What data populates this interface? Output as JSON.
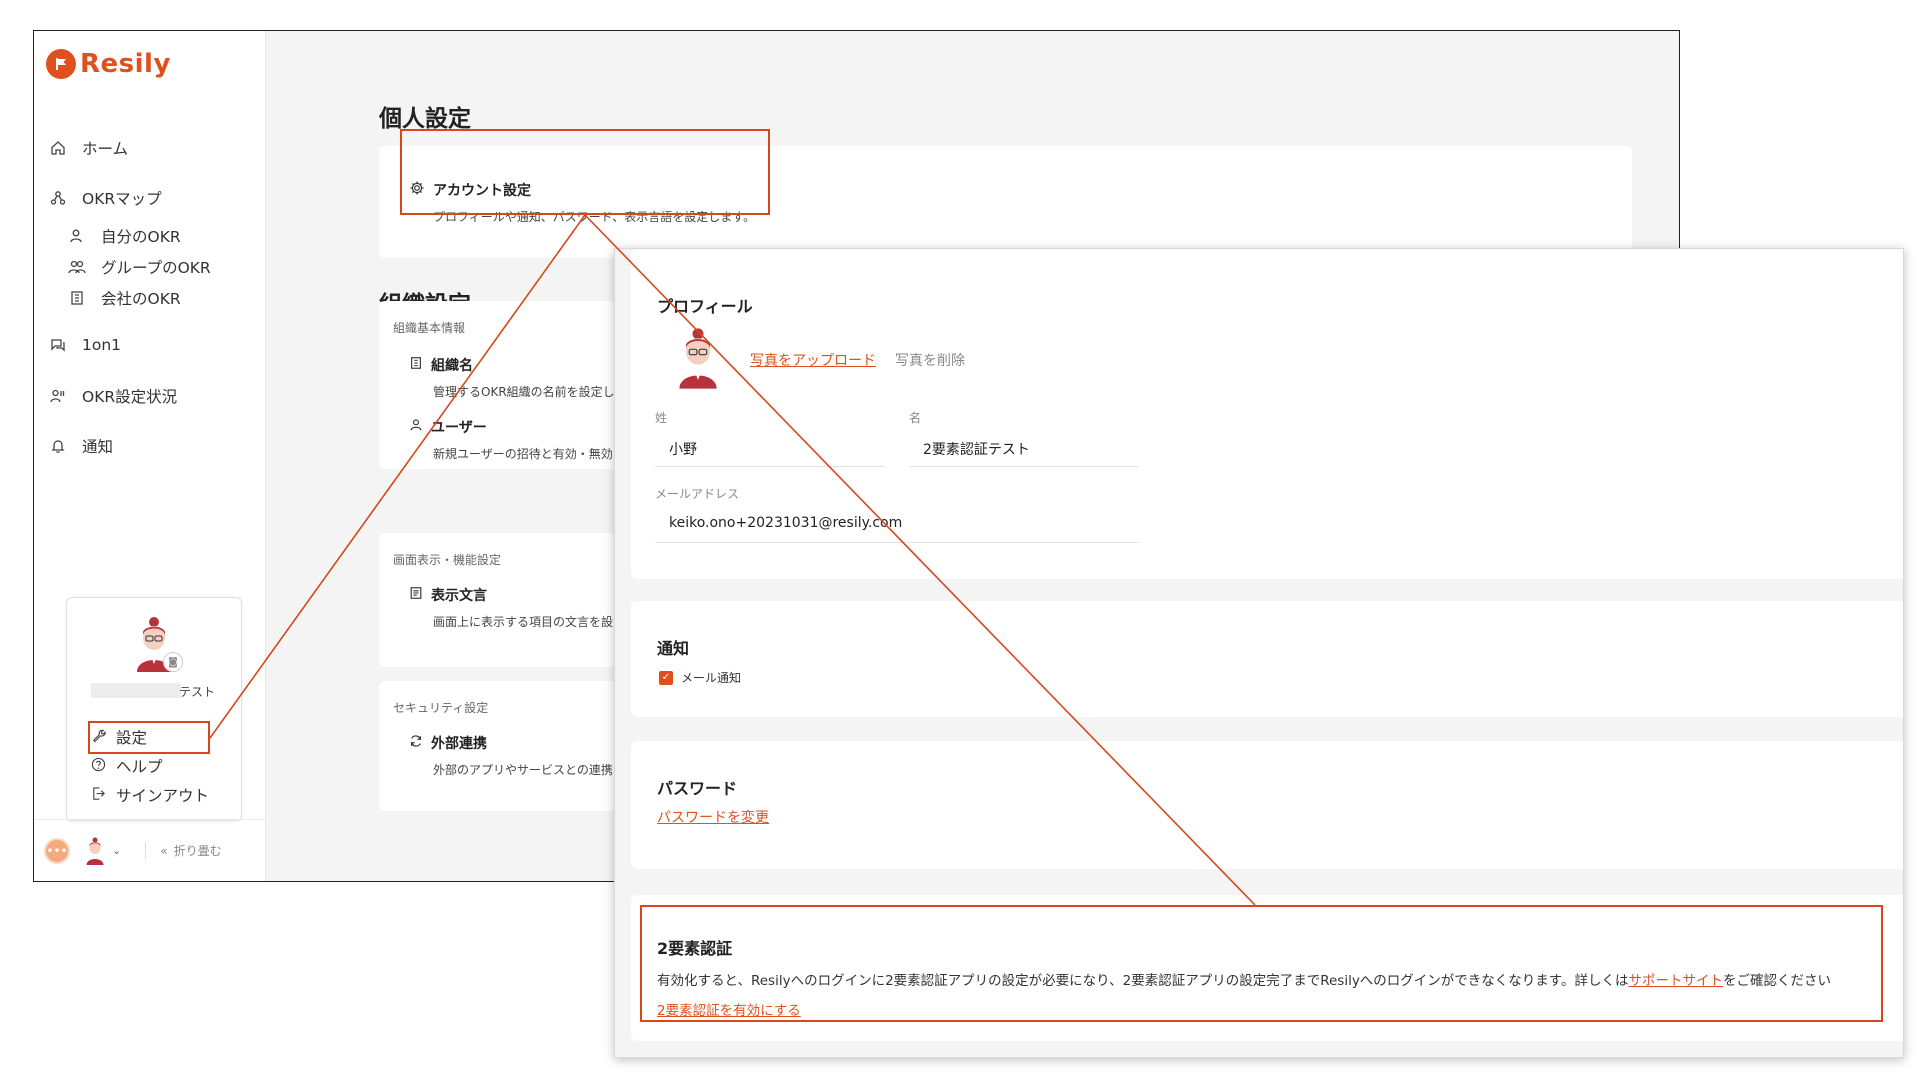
{
  "brand": {
    "name": "Resily",
    "accent": "#e0501f"
  },
  "sidebar": {
    "items": [
      {
        "label": "ホーム",
        "icon": "home-icon"
      },
      {
        "label": "OKRマップ",
        "icon": "okr-map-icon"
      },
      {
        "label": "自分のOKR",
        "icon": "user-icon"
      },
      {
        "label": "グループのOKR",
        "icon": "group-icon"
      },
      {
        "label": "会社のOKR",
        "icon": "building-icon"
      },
      {
        "label": "1on1",
        "icon": "chat-icon"
      },
      {
        "label": "OKR設定状況",
        "icon": "users-status-icon"
      },
      {
        "label": "通知",
        "icon": "bell-icon"
      }
    ],
    "user_menu": {
      "name_suffix": "テスト",
      "items": [
        {
          "label": "設定",
          "icon": "wrench-icon"
        },
        {
          "label": "ヘルプ",
          "icon": "help-icon"
        },
        {
          "label": "サインアウト",
          "icon": "sign-out-icon"
        }
      ]
    },
    "collapse_label": "折り畳む"
  },
  "main": {
    "personal_title": "個人設定",
    "account": {
      "title": "アカウント設定",
      "desc": "プロフィールや通知、パスワード、表示言語を設定します。"
    },
    "org_title": "組織設定",
    "org_sections": [
      {
        "label": "組織基本情報",
        "items": [
          {
            "title": "組織名",
            "desc": "管理するOKR組織の名前を設定し"
          },
          {
            "title": "ユーザー",
            "desc": "新規ユーザーの招待と有効・無効"
          }
        ]
      },
      {
        "label": "画面表示・機能設定",
        "items": [
          {
            "title": "表示文言",
            "desc": "画面上に表示する項目の文言を設"
          }
        ]
      },
      {
        "label": "セキュリティ設定",
        "items": [
          {
            "title": "外部連携",
            "desc": "外部のアプリやサービスとの連携"
          }
        ]
      }
    ]
  },
  "popup": {
    "profile": {
      "title": "プロフィール",
      "upload_link": "写真をアップロード",
      "delete_link": "写真を削除",
      "last_name_label": "姓",
      "last_name_value": "小野",
      "first_name_label": "名",
      "first_name_value": "2要素認証テスト",
      "email_label": "メールアドレス",
      "email_value": "keiko.ono+20231031@resily.com"
    },
    "notification": {
      "title": "通知",
      "email_label": "メール通知"
    },
    "password": {
      "title": "パスワード",
      "change_link": "パスワードを変更"
    },
    "twofa": {
      "title": "2要素認証",
      "desc_before": "有効化すると、Resilyへのログインに2要素認証アプリの設定が必要になり、2要素認証アプリの設定完了までResilyへのログインができなくなります。詳しくは",
      "support_link": "サポートサイト",
      "desc_after": "をご確認ください",
      "enable_link": "2要素認証を有効にする"
    }
  }
}
